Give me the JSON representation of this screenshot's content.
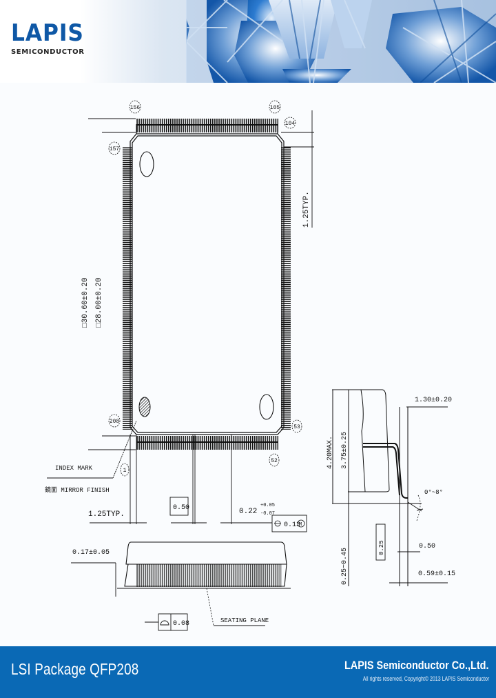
{
  "header": {
    "logo": {
      "name": "LAPIS",
      "tagline": "SEMICONDUCTOR"
    }
  },
  "drawing": {
    "pin_labels": {
      "top_left": "156",
      "top_right": "105",
      "right_top": "104",
      "left_top": "157",
      "left_bottom": "208",
      "right_bottom": "53",
      "bottom_right": "52",
      "bottom_left": "1"
    },
    "dimensions": {
      "body_outer": "□30.60±0.20",
      "body_inner": "□28.00±0.20",
      "corner_typ": "1.25TYP.",
      "bottom_typ": "1.25TYP.",
      "pitch": "0.50",
      "lead_width": "0.22",
      "lead_width_tol_plus": "+0.05",
      "lead_width_tol_minus": "-0.07",
      "position_tol": "0.13",
      "position_tol_mod": "M",
      "standoff": "0.17±0.05",
      "coplanarity": "0.08",
      "total_height": "4.20MAX.",
      "body_height": "3.75±0.25",
      "lead_span": "1.30±0.20",
      "lead_angle": "0°~8°",
      "foot_height": "0.25~0.45",
      "gauge": "0.25",
      "lead_length_ref": "0.50",
      "lead_foot": "0.59±0.15"
    },
    "annotations": {
      "index_mark": "INDEX MARK",
      "mirror_finish": "鏡面 MIRROR FINISH",
      "seating_plane": "SEATING PLANE"
    }
  },
  "footer": {
    "title": "LSI Package QFP208",
    "company": "LAPIS Semiconductor Co.,Ltd.",
    "copyright": "All rights reserved, Copyright© 2013 LAPIS Semiconductor"
  },
  "colors": {
    "brand_blue": "#0f58a6",
    "footer_blue": "#0a69b5"
  }
}
